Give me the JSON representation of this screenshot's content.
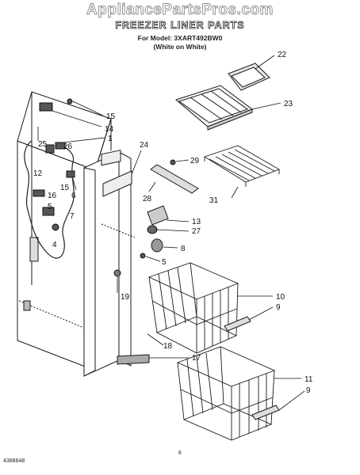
{
  "watermark": "AppliancePartsPros.com",
  "title": "FREEZER LINER PARTS",
  "subtitle_model": "For Model: 3XART492BW0",
  "subtitle_color": "(White on White)",
  "footer_left": "4388648",
  "footer_page": "6",
  "callouts": {
    "c22": "22",
    "c23": "23",
    "c24": "24",
    "c29": "29",
    "c28": "28",
    "c31": "31",
    "c15a": "15",
    "c14": "14",
    "c1": "1",
    "c25": "25",
    "c26": "26",
    "c12": "12",
    "c15b": "15",
    "c16": "16",
    "c6": "6",
    "c5a": "5",
    "c7": "7",
    "c4": "4",
    "c13": "13",
    "c27": "27",
    "c8": "8",
    "c5b": "5",
    "c19": "19",
    "c10": "10",
    "c9a": "9",
    "c18": "18",
    "c17": "17",
    "c11": "11",
    "c9b": "9"
  }
}
